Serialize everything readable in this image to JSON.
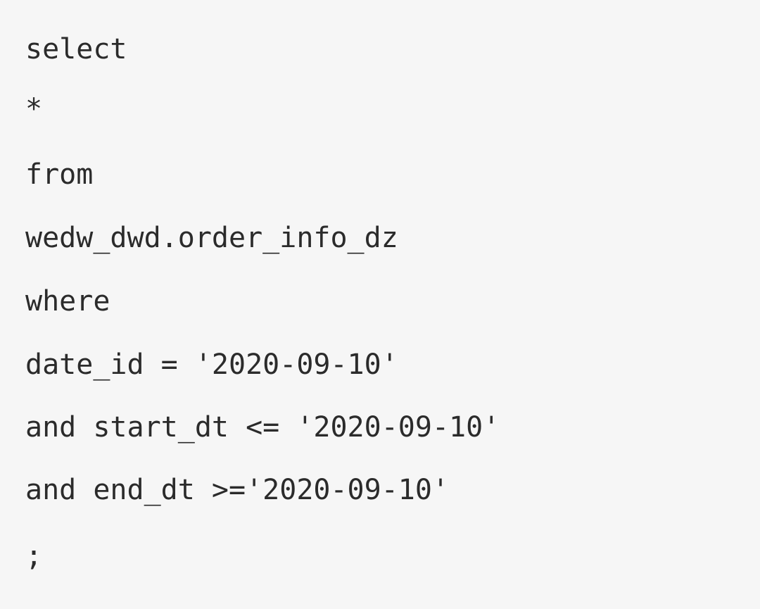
{
  "code": {
    "lines": [
      "select",
      "*",
      "from",
      "wedw_dwd.order_info_dz",
      "where",
      "date_id = '2020-09-10'",
      "and start_dt <= '2020-09-10'",
      "and end_dt >='2020-09-10'",
      ";"
    ]
  },
  "colors": {
    "background": "#f6f6f6",
    "text": "#2b2b2b"
  }
}
